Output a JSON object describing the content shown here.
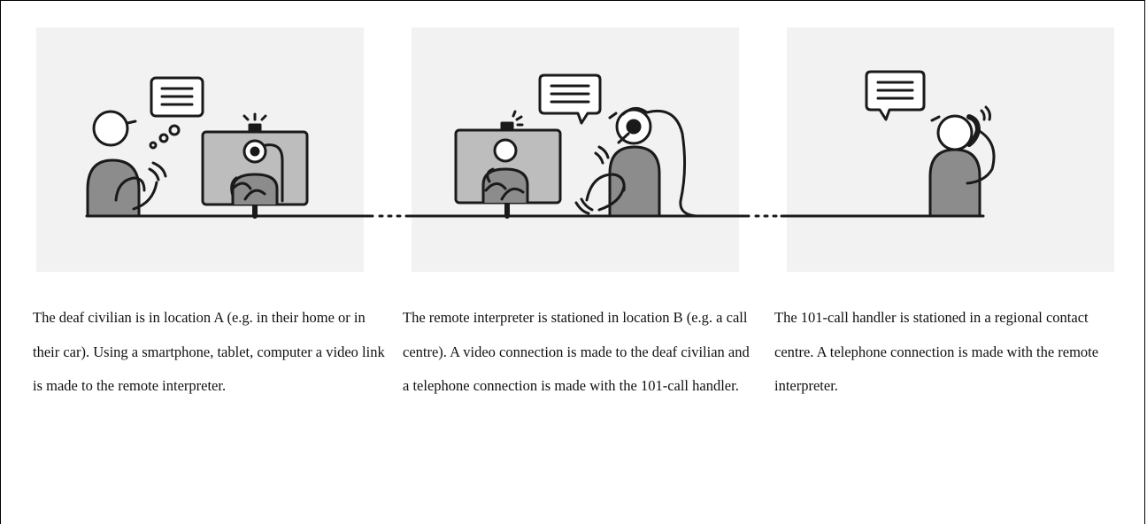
{
  "captions": {
    "deaf_civilian": "The deaf civilian is in location A (e.g. in their home or in their car). Using a smartphone, tablet, computer a video link is made to the remote interpreter.",
    "remote_interpreter": "The remote interpreter is stationed in location B (e.g. a call centre). A video connection is made to the deaf civilian and a telephone connection is made with the 101-call handler.",
    "call_handler": "The 101-call handler is stationed in a regional contact centre. A telephone connection is made with the remote interpreter."
  },
  "colors": {
    "panel_bg": "#f2f2f2",
    "person_fill": "#8c8c8c",
    "screen_fill": "#bdbdbd",
    "line": "#1a1a1a"
  },
  "icons": [
    "speech-bubble-icon",
    "thought-bubble-icon",
    "video-screen-icon",
    "camera-icon",
    "headset-icon",
    "telephone-handset-icon",
    "signing-hands-icon"
  ]
}
